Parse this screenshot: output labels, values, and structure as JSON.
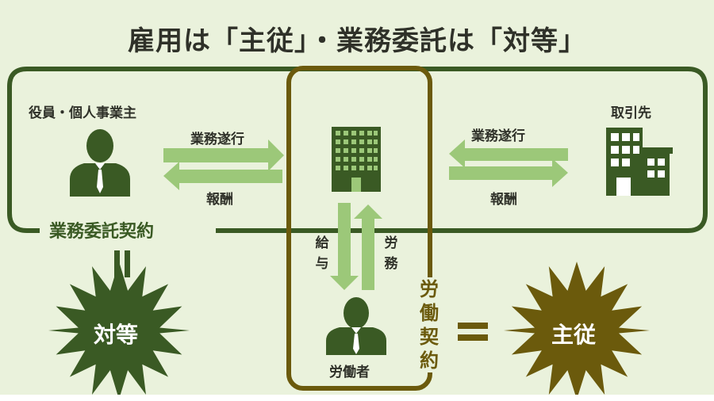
{
  "title": "雇用は「主従」・業務委託は「対等」",
  "labels": {
    "officer": "役員・個人事業主",
    "client": "取引先",
    "task_left": "業務遂行",
    "reward_left": "報酬",
    "task_right": "業務遂行",
    "reward_right": "報酬",
    "contract_outsource": "業務委託契約",
    "salary": "給与",
    "labor": "労務",
    "labor_contract": "労働契約",
    "worker": "労働者",
    "equal": "対等",
    "master_servant": "主従"
  },
  "colors": {
    "background": "#eaf2dc",
    "dark_green": "#3a5a24",
    "light_green": "#9cc879",
    "olive": "#6b5a0c",
    "title_text": "#2f3129"
  },
  "icons": [
    "person-silhouette-icon",
    "office-building-icon",
    "company-building-icon",
    "starburst-icon",
    "equals-icon"
  ]
}
